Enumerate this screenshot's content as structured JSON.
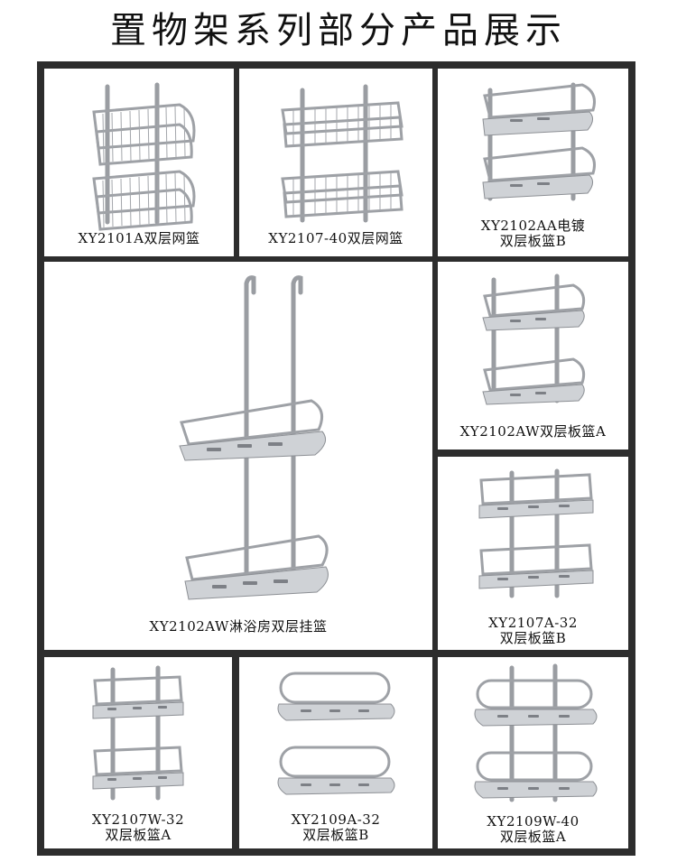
{
  "page_title": "置物架系列部分产品展示",
  "products": [
    {
      "id": "p1",
      "lines": [
        "XY2101A双层网篮"
      ]
    },
    {
      "id": "p2",
      "lines": [
        "XY2107-40双层网篮"
      ]
    },
    {
      "id": "p3",
      "lines": [
        "XY2102AA电镀",
        "双层板篮B"
      ]
    },
    {
      "id": "p4",
      "lines": [
        "XY2102AW淋浴房双层挂篮"
      ]
    },
    {
      "id": "p5",
      "lines": [
        "XY2102AW双层板篮A"
      ]
    },
    {
      "id": "p6",
      "lines": [
        "XY2107A-32",
        "双层板篮B"
      ]
    },
    {
      "id": "p7",
      "lines": [
        "XY2107W-32",
        "双层板篮A"
      ]
    },
    {
      "id": "p8",
      "lines": [
        "XY2109A-32",
        "双层板篮B"
      ]
    },
    {
      "id": "p9",
      "lines": [
        "XY2109W-40",
        "双层板篮A"
      ]
    }
  ]
}
